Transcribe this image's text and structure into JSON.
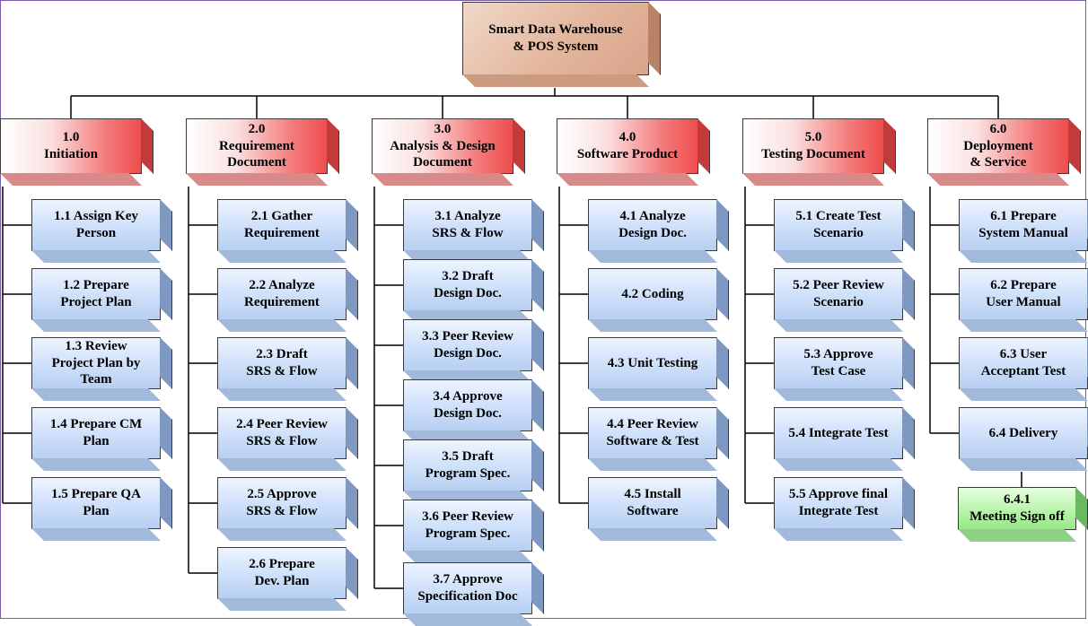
{
  "root": {
    "label": "Smart Data Warehouse\n& POS System"
  },
  "phases": [
    {
      "id": "1",
      "label": "1.0\nInitiation",
      "tasks": [
        {
          "label": "1.1 Assign Key\nPerson"
        },
        {
          "label": "1.2 Prepare\nProject Plan"
        },
        {
          "label": "1.3 Review\nProject Plan by\nTeam"
        },
        {
          "label": "1.4 Prepare CM\nPlan"
        },
        {
          "label": "1.5 Prepare QA\nPlan"
        }
      ]
    },
    {
      "id": "2",
      "label": "2.0\nRequirement\nDocument",
      "tasks": [
        {
          "label": "2.1 Gather\nRequirement"
        },
        {
          "label": "2.2 Analyze\nRequirement"
        },
        {
          "label": "2.3 Draft\nSRS & Flow"
        },
        {
          "label": "2.4 Peer Review\nSRS & Flow"
        },
        {
          "label": "2.5 Approve\nSRS & Flow"
        },
        {
          "label": "2.6 Prepare\nDev. Plan"
        }
      ]
    },
    {
      "id": "3",
      "label": "3.0\nAnalysis & Design\nDocument",
      "tasks": [
        {
          "label": "3.1 Analyze\nSRS & Flow"
        },
        {
          "label": "3.2 Draft\nDesign Doc."
        },
        {
          "label": "3.3 Peer Review\nDesign Doc."
        },
        {
          "label": "3.4 Approve\nDesign Doc."
        },
        {
          "label": "3.5 Draft\nProgram Spec."
        },
        {
          "label": "3.6 Peer Review\nProgram Spec."
        },
        {
          "label": "3.7 Approve\nSpecification Doc"
        }
      ]
    },
    {
      "id": "4",
      "label": "4.0\nSoftware Product",
      "tasks": [
        {
          "label": "4.1 Analyze\nDesign Doc."
        },
        {
          "label": "4.2 Coding"
        },
        {
          "label": "4.3 Unit Testing"
        },
        {
          "label": "4.4 Peer Review\nSoftware & Test"
        },
        {
          "label": "4.5 Install\nSoftware"
        }
      ]
    },
    {
      "id": "5",
      "label": "5.0\nTesting Document",
      "tasks": [
        {
          "label": "5.1 Create Test\nScenario"
        },
        {
          "label": "5.2 Peer Review\nScenario"
        },
        {
          "label": "5.3 Approve\nTest Case"
        },
        {
          "label": "5.4 Integrate Test"
        },
        {
          "label": "5.5 Approve final\nIntegrate Test"
        }
      ]
    },
    {
      "id": "6",
      "label": "6.0\nDeployment\n& Service",
      "tasks": [
        {
          "label": "6.1 Prepare\nSystem Manual"
        },
        {
          "label": "6.2 Prepare\nUser Manual"
        },
        {
          "label": "6.3 User\nAcceptant Test"
        },
        {
          "label": "6.4 Delivery"
        }
      ]
    }
  ],
  "subtask": {
    "parent": "6.4",
    "label": "6.4.1\nMeeting Sign off"
  }
}
